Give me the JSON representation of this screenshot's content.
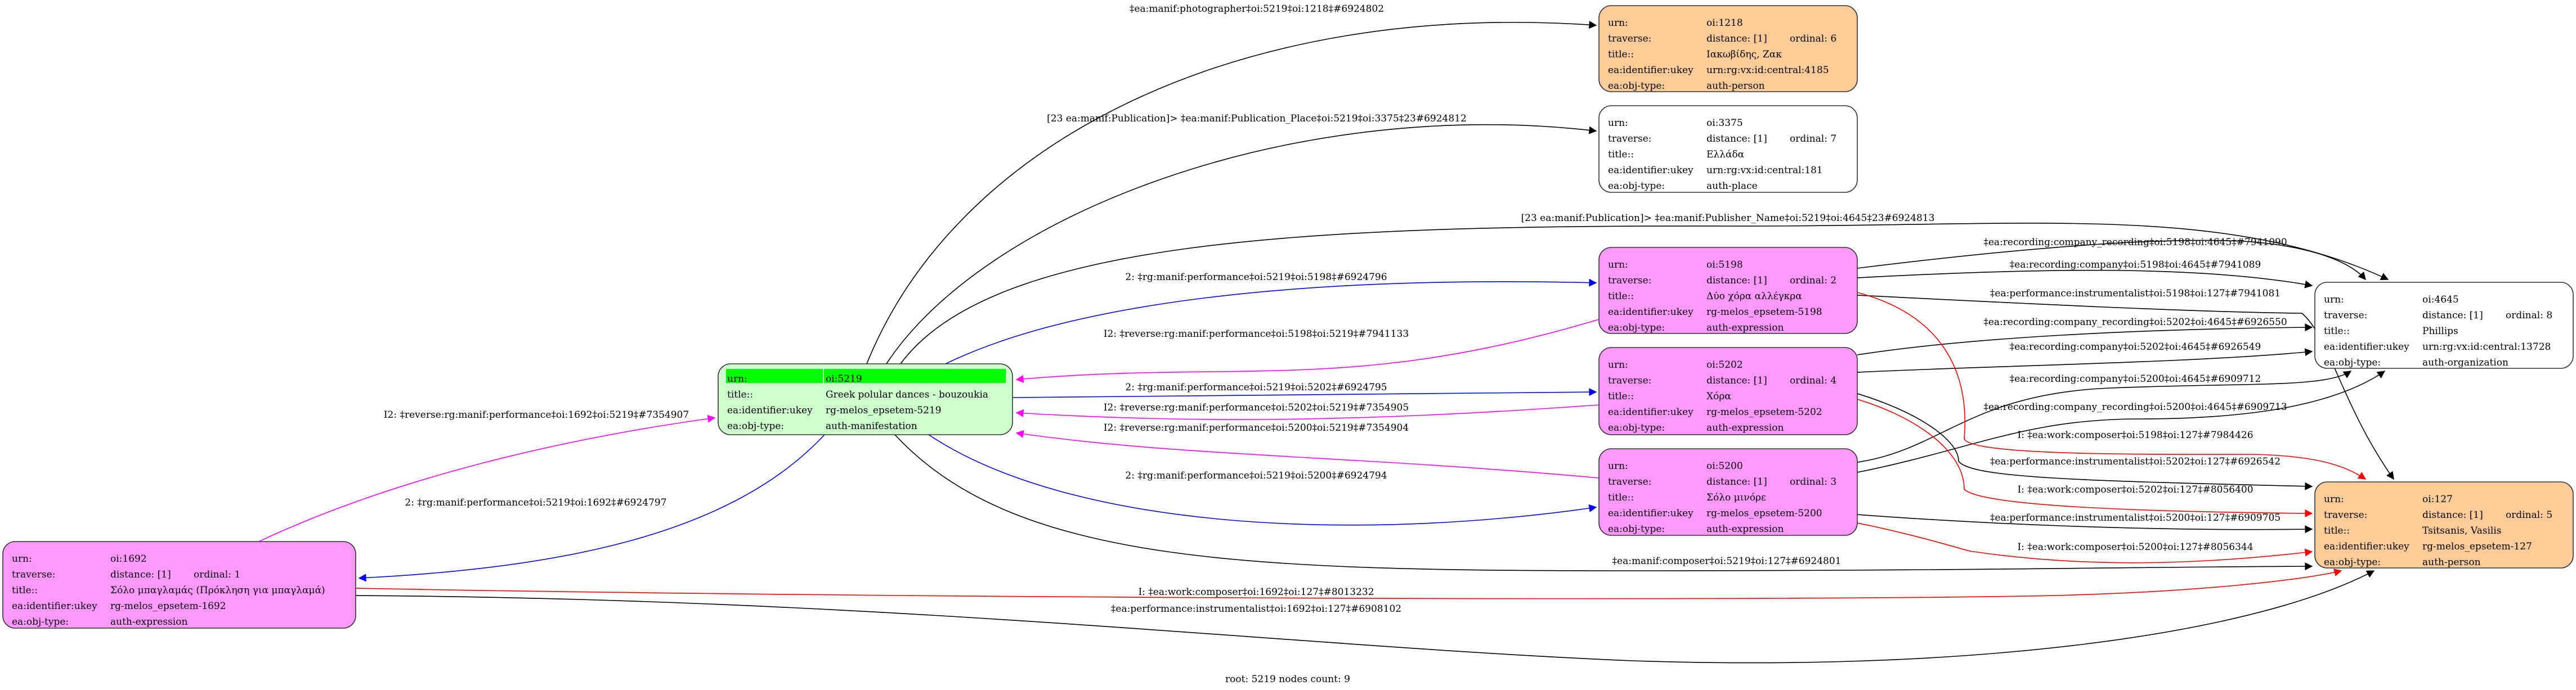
{
  "colors": {
    "person_fill": "#ffcc99",
    "expression_fill": "#ff99ff",
    "manifestation_fill": "#ccffcc",
    "root_highlight": "#00ff00",
    "place_fill": "#ffffff",
    "organization_fill": "#ffffff",
    "edge_performance": "#0000ff",
    "edge_reverse": "#ff00ff",
    "edge_work_composer": "#ff0000",
    "edge_default": "#000000"
  },
  "row_labels": {
    "urn": "urn:",
    "traverse": "traverse:",
    "title": "title::",
    "ukey": "ea:identifier:ukey",
    "objtype": "ea:obj-type:"
  },
  "nodes": [
    {
      "id": "n1218",
      "urn": "oi:1218",
      "distance": "distance: [1]",
      "ordinal": "ordinal: 6",
      "title": "Ιακωβίδης, Ζακ",
      "ukey": "urn:rg:vx:id:central:4185",
      "objtype": "auth-person",
      "fill": "person_fill"
    },
    {
      "id": "n3375",
      "urn": "oi:3375",
      "distance": "distance: [1]",
      "ordinal": "ordinal: 7",
      "title": "Ελλάδα",
      "ukey": "urn:rg:vx:id:central:181",
      "objtype": "auth-place",
      "fill": "place_fill"
    },
    {
      "id": "n5198",
      "urn": "oi:5198",
      "distance": "distance: [1]",
      "ordinal": "ordinal: 2",
      "title": "Δύο χόρα αλλέγκρα",
      "ukey": "rg-melos_epsetem-5198",
      "objtype": "auth-expression",
      "fill": "expression_fill"
    },
    {
      "id": "n5202",
      "urn": "oi:5202",
      "distance": "distance: [1]",
      "ordinal": "ordinal: 4",
      "title": "Χόρα",
      "ukey": "rg-melos_epsetem-5202",
      "objtype": "auth-expression",
      "fill": "expression_fill"
    },
    {
      "id": "n5200",
      "urn": "oi:5200",
      "distance": "distance: [1]",
      "ordinal": "ordinal: 3",
      "title": "Σόλο μινόρε",
      "ukey": "rg-melos_epsetem-5200",
      "objtype": "auth-expression",
      "fill": "expression_fill"
    },
    {
      "id": "n5219",
      "urn": "oi:5219",
      "title": "Greek polular dances - bouzoukia",
      "ukey": "rg-melos_epsetem-5219",
      "objtype": "auth-manifestation",
      "fill": "manifestation_fill",
      "root": true
    },
    {
      "id": "n1692",
      "urn": "oi:1692",
      "distance": "distance: [1]",
      "ordinal": "ordinal: 1",
      "title": "Σόλο μπαγλαμάς (Πρόκληση για μπαγλαμά)",
      "ukey": "rg-melos_epsetem-1692",
      "objtype": "auth-expression",
      "fill": "expression_fill"
    },
    {
      "id": "n4645",
      "urn": "oi:4645",
      "distance": "distance: [1]",
      "ordinal": "ordinal: 8",
      "title": "Phillips",
      "ukey": "urn:rg:vx:id:central:13728",
      "objtype": "auth-organization",
      "fill": "organization_fill"
    },
    {
      "id": "n127",
      "urn": "oi:127",
      "distance": "distance: [1]",
      "ordinal": "ordinal: 5",
      "title": "Tsitsanis, Vasilis",
      "ukey": "rg-melos_epsetem-127",
      "objtype": "auth-person",
      "fill": "person_fill"
    }
  ],
  "edges": [
    {
      "from": "n5219",
      "to": "n1218",
      "color": "edge_default",
      "label": "‡ea:manif:photographer‡oi:5219‡oi:1218‡#6924802"
    },
    {
      "from": "n5219",
      "to": "n3375",
      "color": "edge_default",
      "label": "[23 ea:manif:Publication]> ‡ea:manif:Publication_Place‡oi:5219‡oi:3375‡23#6924812"
    },
    {
      "from": "n5219",
      "to": "n4645",
      "color": "edge_default",
      "label": "[23 ea:manif:Publication]> ‡ea:manif:Publisher_Name‡oi:5219‡oi:4645‡23#6924813"
    },
    {
      "from": "n5219",
      "to": "n5198",
      "color": "edge_performance",
      "label": "2: ‡rg:manif:performance‡oi:5219‡oi:5198‡#6924796"
    },
    {
      "from": "n5198",
      "to": "n5219",
      "color": "edge_reverse",
      "label": "I2: ‡reverse:rg:manif:performance‡oi:5198‡oi:5219‡#7941133"
    },
    {
      "from": "n5219",
      "to": "n5202",
      "color": "edge_performance",
      "label": "2: ‡rg:manif:performance‡oi:5219‡oi:5202‡#6924795"
    },
    {
      "from": "n5202",
      "to": "n5219",
      "color": "edge_reverse",
      "label": "I2: ‡reverse:rg:manif:performance‡oi:5202‡oi:5219‡#7354905"
    },
    {
      "from": "n5200",
      "to": "n5219",
      "color": "edge_reverse",
      "label": "I2: ‡reverse:rg:manif:performance‡oi:5200‡oi:5219‡#7354904"
    },
    {
      "from": "n5219",
      "to": "n5200",
      "color": "edge_performance",
      "label": "2: ‡rg:manif:performance‡oi:5219‡oi:5200‡#6924794"
    },
    {
      "from": "n1692",
      "to": "n5219",
      "color": "edge_reverse",
      "label": "I2: ‡reverse:rg:manif:performance‡oi:1692‡oi:5219‡#7354907"
    },
    {
      "from": "n5219",
      "to": "n1692",
      "color": "edge_performance",
      "label": "2: ‡rg:manif:performance‡oi:5219‡oi:1692‡#6924797"
    },
    {
      "from": "n5219",
      "to": "n127",
      "color": "edge_default",
      "label": "‡ea:manif:composer‡oi:5219‡oi:127‡#6924801"
    },
    {
      "from": "n1692",
      "to": "n127",
      "color": "edge_work_composer",
      "label": "I: ‡ea:work:composer‡oi:1692‡oi:127‡#8013232"
    },
    {
      "from": "n1692",
      "to": "n127",
      "color": "edge_default",
      "label": "‡ea:performance:instrumentalist‡oi:1692‡oi:127‡#6908102"
    },
    {
      "from": "n5198",
      "to": "n4645",
      "color": "edge_default",
      "label": "‡ea:recording:company_recording‡oi:5198‡oi:4645‡#7941090"
    },
    {
      "from": "n5198",
      "to": "n4645",
      "color": "edge_default",
      "label": "‡ea:recording:company‡oi:5198‡oi:4645‡#7941089"
    },
    {
      "from": "n5198",
      "to": "n127",
      "color": "edge_default",
      "label": "‡ea:performance:instrumentalist‡oi:5198‡oi:127‡#7941081"
    },
    {
      "from": "n5202",
      "to": "n4645",
      "color": "edge_default",
      "label": "‡ea:recording:company_recording‡oi:5202‡oi:4645‡#6926550"
    },
    {
      "from": "n5202",
      "to": "n4645",
      "color": "edge_default",
      "label": "‡ea:recording:company‡oi:5202‡oi:4645‡#6926549"
    },
    {
      "from": "n5200",
      "to": "n4645",
      "color": "edge_default",
      "label": "‡ea:recording:company‡oi:5200‡oi:4645‡#6909712"
    },
    {
      "from": "n5200",
      "to": "n4645",
      "color": "edge_default",
      "label": "‡ea:recording:company_recording‡oi:5200‡oi:4645‡#6909713"
    },
    {
      "from": "n5198",
      "to": "n127",
      "color": "edge_work_composer",
      "label": "I: ‡ea:work:composer‡oi:5198‡oi:127‡#7984426"
    },
    {
      "from": "n5202",
      "to": "n127",
      "color": "edge_default",
      "label": "‡ea:performance:instrumentalist‡oi:5202‡oi:127‡#6926542"
    },
    {
      "from": "n5202",
      "to": "n127",
      "color": "edge_work_composer",
      "label": "I: ‡ea:work:composer‡oi:5202‡oi:127‡#8056400"
    },
    {
      "from": "n5200",
      "to": "n127",
      "color": "edge_default",
      "label": "‡ea:performance:instrumentalist‡oi:5200‡oi:127‡#6909705"
    },
    {
      "from": "n5200",
      "to": "n127",
      "color": "edge_work_composer",
      "label": "I: ‡ea:work:composer‡oi:5200‡oi:127‡#8056344"
    }
  ],
  "footer": {
    "text": "root: 5219 nodes count: 9"
  }
}
